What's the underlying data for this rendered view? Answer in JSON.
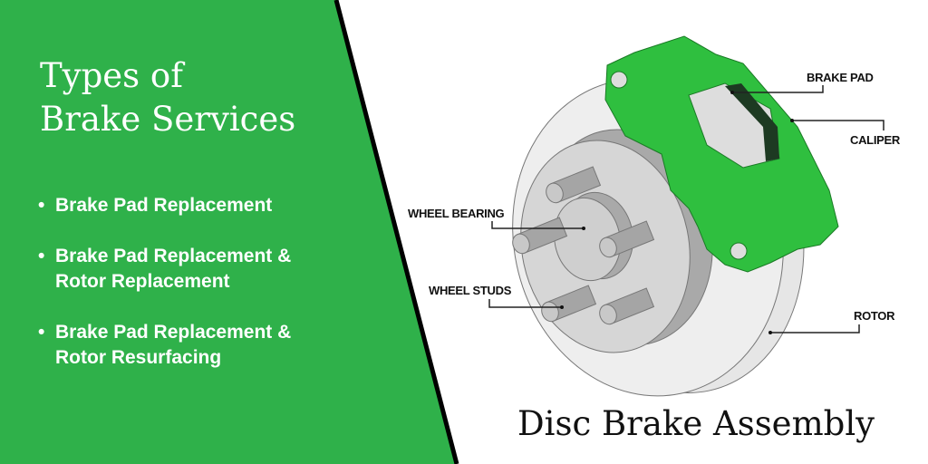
{
  "colors": {
    "green": "#2fb14a",
    "divider": "#000000",
    "caliper": "#2fbf3f"
  },
  "left_panel": {
    "title_line1": "Types of",
    "title_line2": "Brake Services",
    "services": [
      {
        "bullet": "•",
        "label": "Brake Pad Replacement"
      },
      {
        "bullet": "•",
        "label": "Brake Pad Replacement &\nRotor Replacement"
      },
      {
        "bullet": "•",
        "label": "Brake Pad Replacement &\nRotor Resurfacing"
      }
    ]
  },
  "diagram": {
    "labels": {
      "brake_pad": "BRAKE PAD",
      "caliper": "CALIPER",
      "wheel_bearing": "WHEEL BEARING",
      "wheel_studs": "WHEEL STUDS",
      "rotor": "ROTOR"
    },
    "caption": "Disc Brake Assembly"
  }
}
